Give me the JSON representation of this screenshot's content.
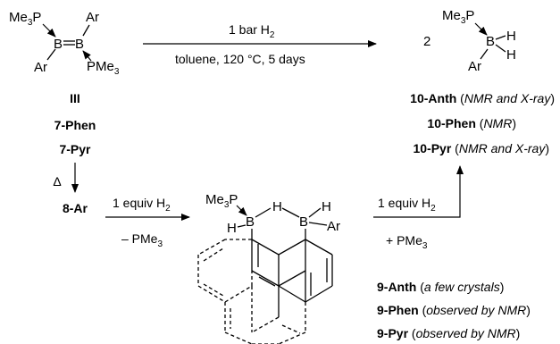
{
  "reaction_top": {
    "condition_above": "1 bar H",
    "condition_above_sub": "2",
    "condition_below": "toluene, 120 °C, 5 days",
    "coefficient": "2"
  },
  "atoms": {
    "me3": "Me",
    "sub3": "3",
    "p": "P",
    "b": "B",
    "ar": "Ar",
    "pme": "PMe",
    "h": "H"
  },
  "labels_left": {
    "compound_iii": "III",
    "compound_7phen": "7-Phen",
    "compound_7pyr": "7-Pyr",
    "heat": "Δ",
    "compound_8ar": "8-Ar"
  },
  "labels_right": [
    {
      "name": "10-Anth",
      "note_open": " (",
      "note": "NMR and X-ray",
      "note_close": ")"
    },
    {
      "name": "10-Phen",
      "note_open": " (",
      "note": "NMR",
      "note_close": ")"
    },
    {
      "name": "10-Pyr",
      "note_open": " (",
      "note": "NMR and X-ray",
      "note_close": ")"
    }
  ],
  "reaction_mid_left": {
    "above": "1 equiv H",
    "above_sub": "2",
    "below": "– PMe",
    "below_sub": "3"
  },
  "reaction_mid_right": {
    "above": "1 equiv H",
    "above_sub": "2",
    "below": "+ PMe",
    "below_sub": "3"
  },
  "labels_bottom": [
    {
      "name": "9-Anth",
      "note_open": " (",
      "note": "a few crystals",
      "note_close": ")"
    },
    {
      "name": "9-Phen",
      "note_open": " (",
      "note": "observed by NMR",
      "note_close": ")"
    },
    {
      "name": "9-Pyr",
      "note_open": " (",
      "note": "observed by NMR",
      "note_close": ")"
    }
  ]
}
